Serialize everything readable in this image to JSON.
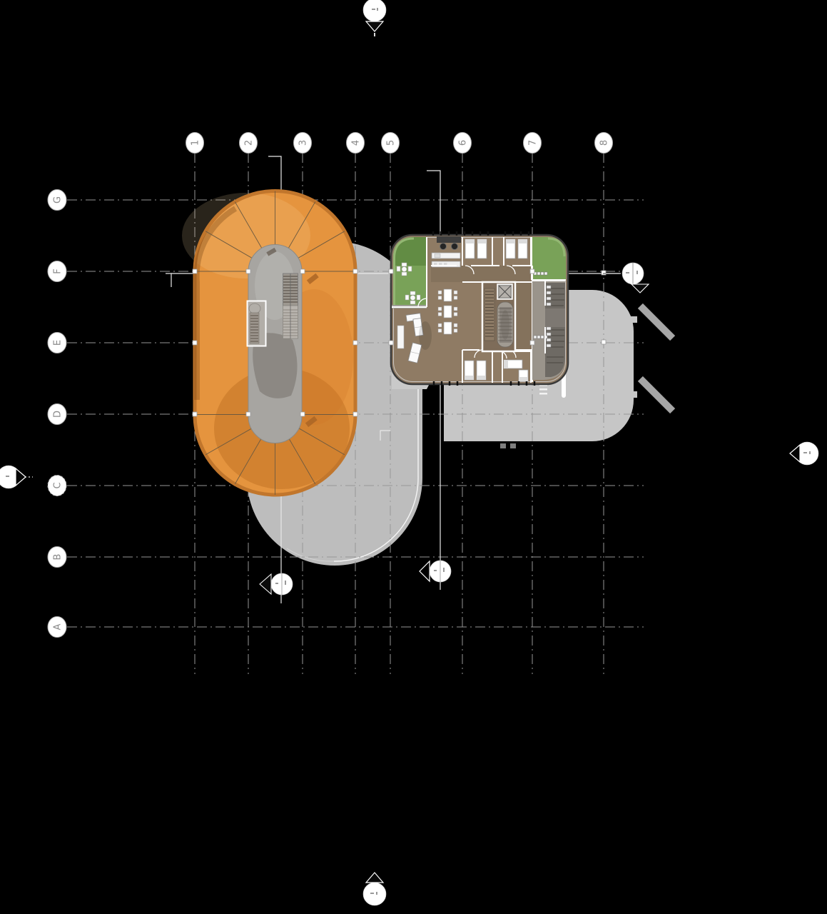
{
  "drawing": {
    "type": "architectural plan - roof plan and furnished floor plan on black sheet",
    "grid": {
      "columns": [
        {
          "label": "1"
        },
        {
          "label": "2"
        },
        {
          "label": "3"
        },
        {
          "label": "4"
        },
        {
          "label": "5"
        },
        {
          "label": "6"
        },
        {
          "label": "7"
        },
        {
          "label": "8"
        }
      ],
      "rows": [
        {
          "label": "G"
        },
        {
          "label": "F"
        },
        {
          "label": "E"
        },
        {
          "label": "D"
        },
        {
          "label": "C"
        },
        {
          "label": "B"
        },
        {
          "label": "A"
        }
      ]
    },
    "colors": {
      "background": "#000000",
      "roof_orange": "#e5943e",
      "roof_rim": "#c1762c",
      "roof_fold_line": "#6d5a40",
      "concrete_core": "#a7a5a1",
      "ground_shadow_gray": "#bdbdbd",
      "adjacent_mass_gray": "#c6c6c6",
      "wood_floor": "#8f7b64",
      "interior_wall": "#ffffff",
      "terrace_green": "#79a258",
      "terrace_green_light": "#93b773",
      "bathroom_dark": "#6e6a64",
      "grid_line": "#969696"
    },
    "icons": {
      "section_markers": [
        "top-sheet-marker",
        "bottom-sheet-marker",
        "left-sheet-marker",
        "right-sheet-marker",
        "grid-f-section-marker",
        "section-a-marker",
        "section-b-marker"
      ],
      "plan_symbols": [
        "elevator-icon",
        "straight-stair-icon",
        "curved-stair-icon",
        "bed-icon",
        "dining-table-icon",
        "sofa-icon",
        "terrace-table-icon",
        "toilet-stall-icon",
        "window-tick-icon"
      ]
    }
  }
}
